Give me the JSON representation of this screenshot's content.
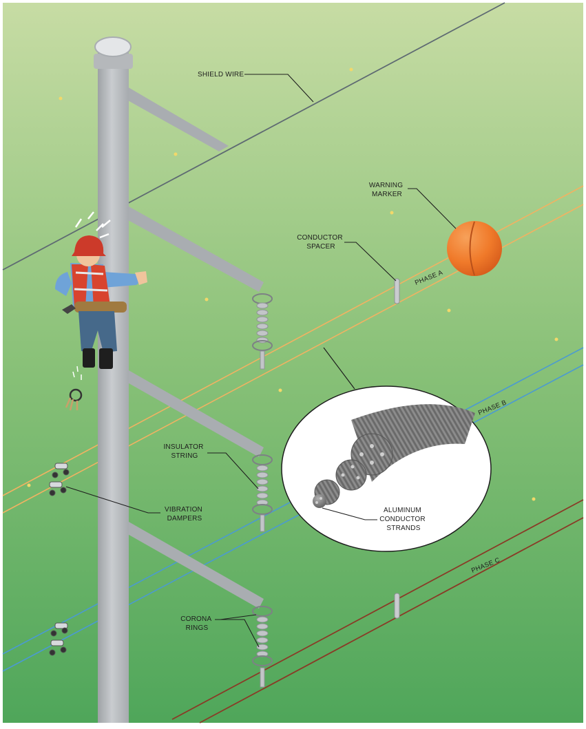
{
  "labels": {
    "shield_wire": "SHIELD WIRE",
    "warning_marker": [
      "WARNING",
      "MARKER"
    ],
    "conductor_spacer": [
      "CONDUCTOR",
      "SPACER"
    ],
    "insulator_string": [
      "INSULATOR",
      "STRING"
    ],
    "vibration_dampers": [
      "VIBRATION",
      "DAMPERS"
    ],
    "corona_rings": [
      "CORONA",
      "RINGS"
    ],
    "aluminum_strands": [
      "ALUMINUM",
      "CONDUCTOR",
      "STRANDS"
    ],
    "phase_a": "PHASE A",
    "phase_b": "PHASE B",
    "phase_c": "PHASE C"
  },
  "colors": {
    "background_top": "#c7dca4",
    "background_bottom": "#4fa65a",
    "pole": "#b9bcbf",
    "shield_wire": "#5e6a72",
    "phase_a": "#f2b262",
    "phase_b": "#4b9ad2",
    "phase_c": "#8a3a26",
    "warning_marker": "#f07a2a",
    "worker_helmet": "#cc3a2a",
    "worker_vest": "#d8442e"
  }
}
